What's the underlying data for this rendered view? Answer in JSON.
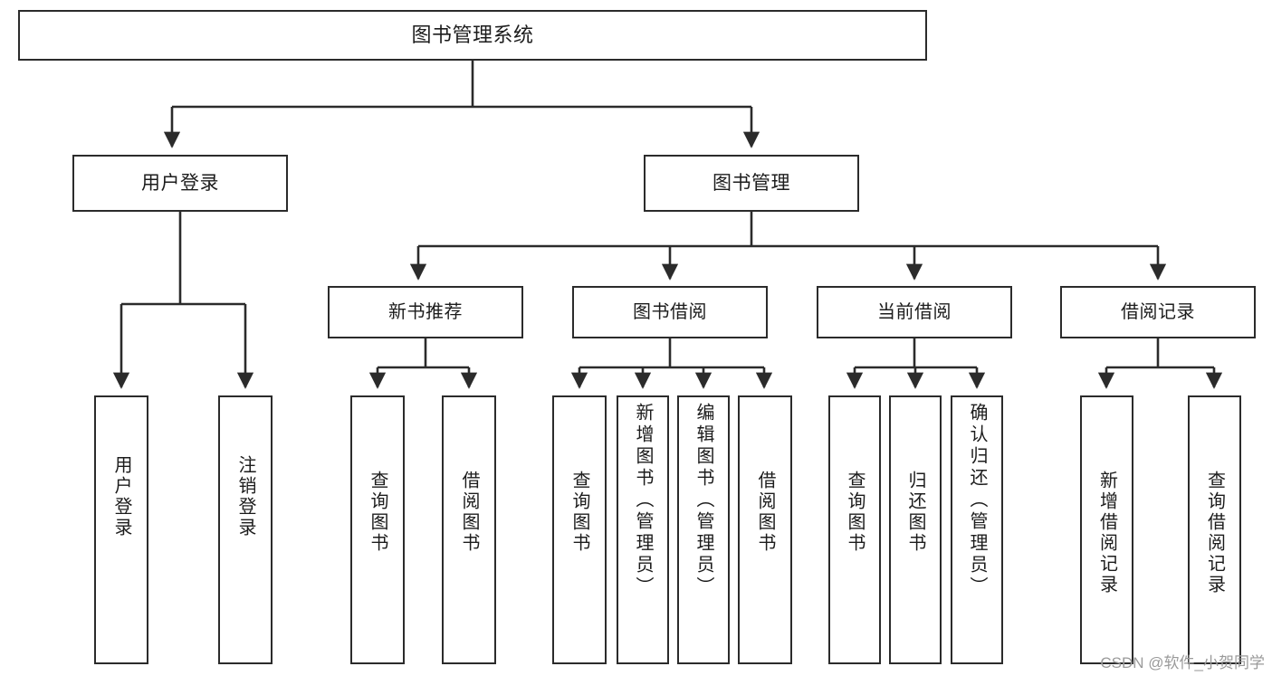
{
  "diagram": {
    "title": "图书管理系统",
    "type": "tree-structure-chart",
    "root": {
      "label": "图书管理系统"
    },
    "level2": [
      {
        "label": "用户登录"
      },
      {
        "label": "图书管理"
      }
    ],
    "level3": [
      {
        "label": "新书推荐"
      },
      {
        "label": "图书借阅"
      },
      {
        "label": "当前借阅"
      },
      {
        "label": "借阅记录"
      }
    ],
    "leaves": {
      "user_login": [
        {
          "label": "用户登录"
        },
        {
          "label": "注销登录"
        }
      ],
      "new_book_recommend": [
        {
          "label": "查询图书"
        },
        {
          "label": "借阅图书"
        }
      ],
      "book_borrow": [
        {
          "label": "查询图书"
        },
        {
          "label": "新增图书（管理员）"
        },
        {
          "label": "编辑图书（管理员）"
        },
        {
          "label": "借阅图书"
        }
      ],
      "current_borrow": [
        {
          "label": "查询图书"
        },
        {
          "label": "归还图书"
        },
        {
          "label": "确认归还（管理员）"
        }
      ],
      "borrow_record": [
        {
          "label": "新增借阅记录"
        },
        {
          "label": "查询借阅记录"
        }
      ]
    }
  },
  "watermark": {
    "text": "CSDN @软件_小贺同学"
  },
  "colors": {
    "background": "#ffffff",
    "box_border": "#2b2b2b",
    "connector": "#2b2b2b",
    "text": "#1c1c1c",
    "watermark": "#9a9a9a"
  }
}
